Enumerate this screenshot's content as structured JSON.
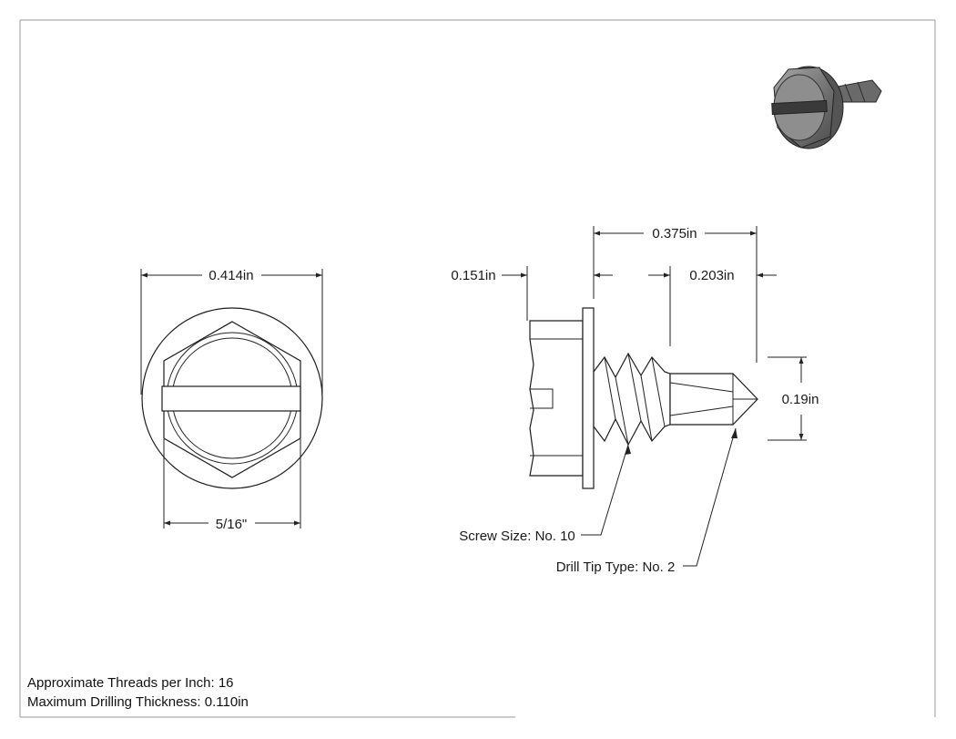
{
  "dimensions": {
    "head_width": "0.414in",
    "hex_size": "5/16\"",
    "head_height": "0.151in",
    "overall_length": "0.375in",
    "drill_point_length": "0.203in",
    "drill_diameter": "0.19in"
  },
  "callouts": {
    "screw_size": "Screw Size: No. 10",
    "drill_tip": "Drill Tip Type: No. 2"
  },
  "notes": {
    "threads_per_inch": "Approximate Threads per Inch: 16",
    "max_drilling_thickness": "Maximum Drilling Thickness: 0.110in"
  },
  "colors": {
    "line": "#222222",
    "render_dark": "#3a3a3a",
    "render_mid": "#7a7a7a",
    "render_light": "#b8b8b8"
  }
}
